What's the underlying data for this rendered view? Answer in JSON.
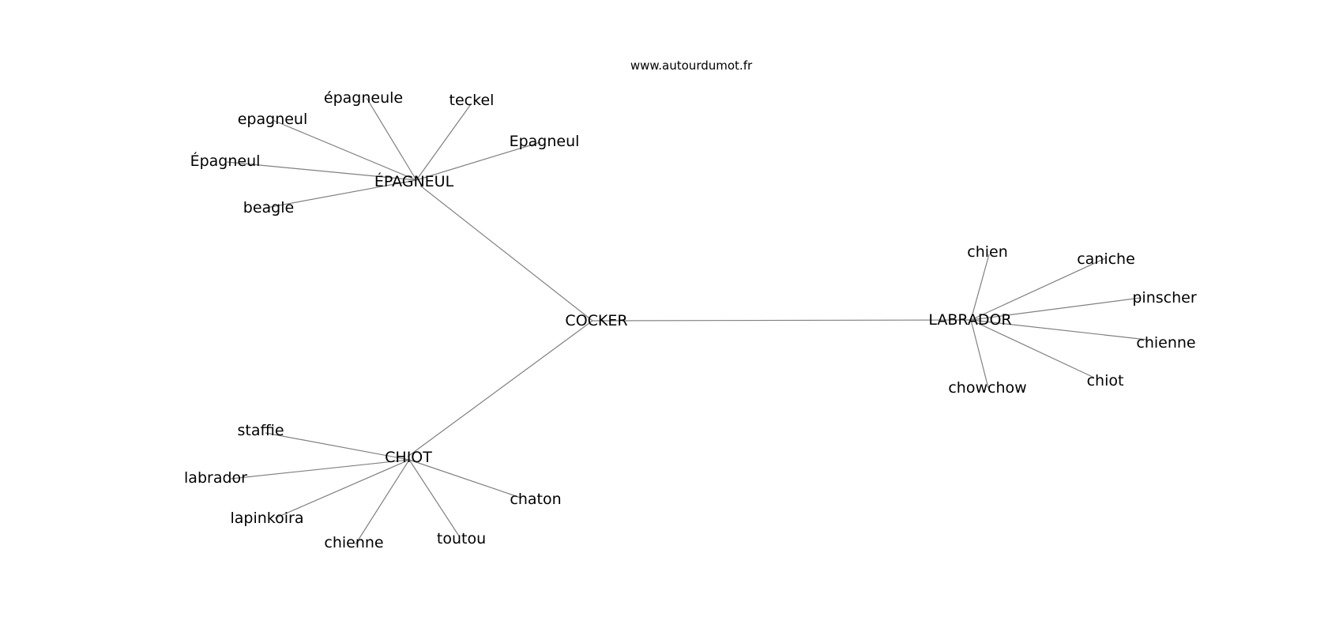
{
  "site": "www.autourdumot.fr",
  "center": "COCKER",
  "clusters": [
    {
      "hub": "ÉPAGNEUL",
      "leaves": [
        "épagneule",
        "teckel",
        "epagneul",
        "Epagneul",
        "Épagneul",
        "beagle"
      ]
    },
    {
      "hub": "LABRADOR",
      "leaves": [
        "chien",
        "caniche",
        "pinscher",
        "chienne",
        "chiot",
        "chowchow"
      ]
    },
    {
      "hub": "CHIOT",
      "leaves": [
        "staffie",
        "labrador",
        "lapinkoira",
        "chienne",
        "toutou",
        "chaton"
      ]
    }
  ]
}
